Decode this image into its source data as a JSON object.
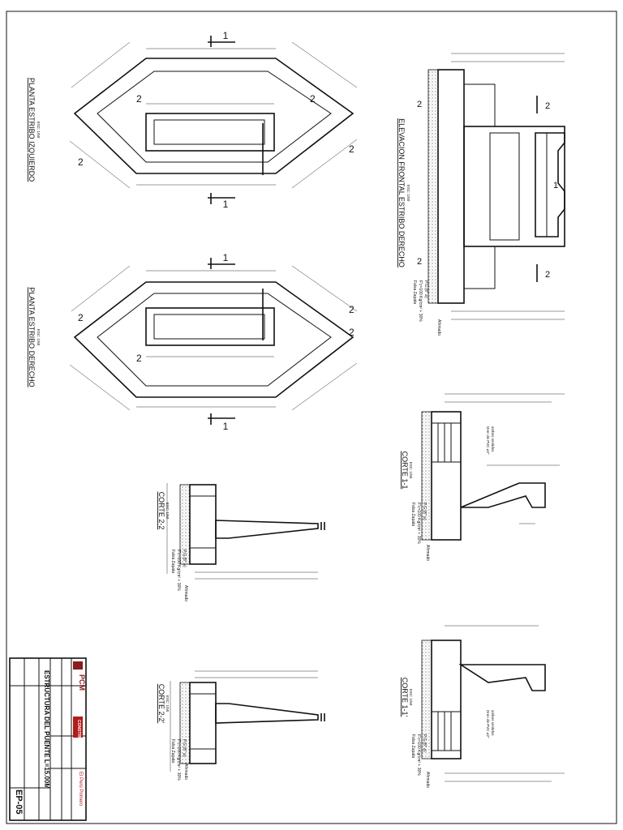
{
  "views": {
    "planta_izq": {
      "title": "PLANTA ESTRIBO IZQUIERDO",
      "scale": "ESC: 1/50"
    },
    "planta_der": {
      "title": "PLANTA ESTRIBO DERECHO",
      "scale": "ESC: 1/50"
    },
    "elevacion": {
      "title": "ELEVACION FRONTAL ESTRIBO DERECHO",
      "scale": "ESC: 1/50"
    },
    "corte_22": {
      "title": "CORTE 2-2",
      "scale": "ESC: 1/50"
    },
    "corte_22p": {
      "title": "CORTE 2-2'",
      "scale": "ESC: 1/50"
    },
    "corte_11": {
      "title": "CORTE 1-1",
      "scale": "ESC: 1/50"
    },
    "corte_11p": {
      "title": "CORTE 1-1'",
      "scale": "ESC: 1/50"
    }
  },
  "labels": {
    "cut1": "1",
    "cut2": "2",
    "afirmado": "Afirmado",
    "falsa_zapata": "Falsa Zapata",
    "fc_line": "F'c=100 Kg/cm² + 30%",
    "pg_line": "P.G.(8\" ⌀)",
    "dren": "Dren de PVC ⌀2\"",
    "dren_sub": "ambos sentidos"
  },
  "title_block": {
    "sheet_title": "ESTRUCTURA DEL PUENTE L=15.00M",
    "org_logo": "PCM",
    "partner_logo": "CONSTRUCCION",
    "gov_logo": "El Perú Primero",
    "sheet_code": "EP-05"
  }
}
